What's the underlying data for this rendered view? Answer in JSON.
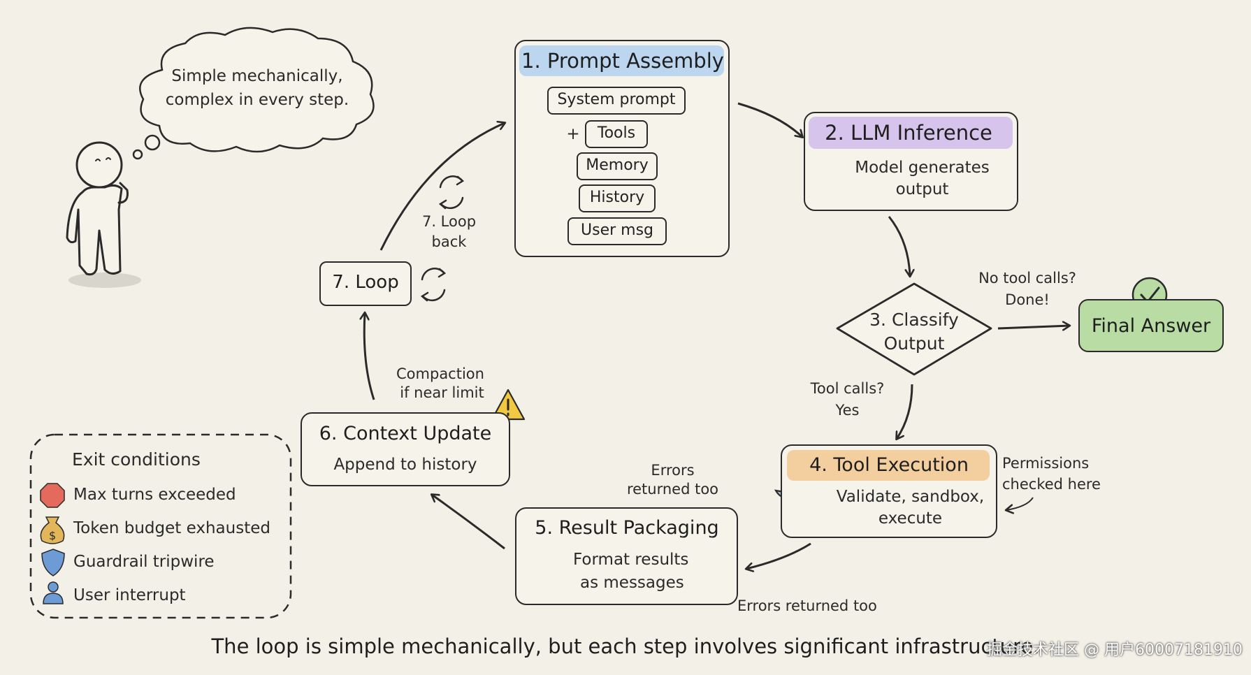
{
  "thought": {
    "line1": "Simple mechanically,",
    "line2": "complex in every step."
  },
  "prompt_assembly": {
    "title": "1. Prompt Assembly",
    "items": [
      "System prompt",
      "Tools",
      "Memory",
      "History",
      "User msg"
    ],
    "plus": "+"
  },
  "llm_inference": {
    "title": "2. LLM Inference",
    "line1": "Model generates",
    "line2": "output"
  },
  "classify": {
    "line1": "3. Classify",
    "line2": "Output"
  },
  "no_tool": {
    "line1": "No tool calls?",
    "line2": "Done!"
  },
  "final_answer": {
    "label": "Final Answer"
  },
  "tool_calls": {
    "line1": "Tool calls?",
    "line2": "Yes"
  },
  "tool_execution": {
    "title": "4. Tool Execution",
    "line1": "Validate, sandbox,",
    "line2": "execute"
  },
  "permissions": {
    "line1": "Permissions",
    "line2": "checked here"
  },
  "result_packaging": {
    "title": "5. Result Packaging",
    "line1": "Format results",
    "line2": "as messages"
  },
  "errors_top": {
    "line1": "Errors",
    "line2": "returned too"
  },
  "errors_bottom": "Errors returned too",
  "context_update": {
    "title": "6. Context Update",
    "line1": "Append to history"
  },
  "compaction": {
    "line1": "Compaction",
    "line2": "if near limit"
  },
  "loop": {
    "label": "7. Loop"
  },
  "loop_back": {
    "line1": "7. Loop",
    "line2": "back"
  },
  "exit_conditions": {
    "title": "Exit conditions",
    "items": [
      {
        "label": "Max turns exceeded",
        "icon": "stop-octagon-icon",
        "color": "#e46a5e"
      },
      {
        "label": "Token budget exhausted",
        "icon": "money-bag-icon",
        "color": "#e3b65a"
      },
      {
        "label": "Guardrail tripwire",
        "icon": "shield-icon",
        "color": "#6d9bd6"
      },
      {
        "label": "User interrupt",
        "icon": "user-icon",
        "color": "#6d9bd6"
      }
    ]
  },
  "caption": "The loop is simple mechanically, but each step involves significant infrastructure.",
  "watermark": "掘金技术社区 @ 用户60007181910",
  "colors": {
    "background": "#f3f0e7",
    "prompt_highlight": "#bcd6ef",
    "llm_highlight": "#d6c4ec",
    "tool_highlight": "#f3cf9f",
    "final_fill": "#b9dca5"
  }
}
